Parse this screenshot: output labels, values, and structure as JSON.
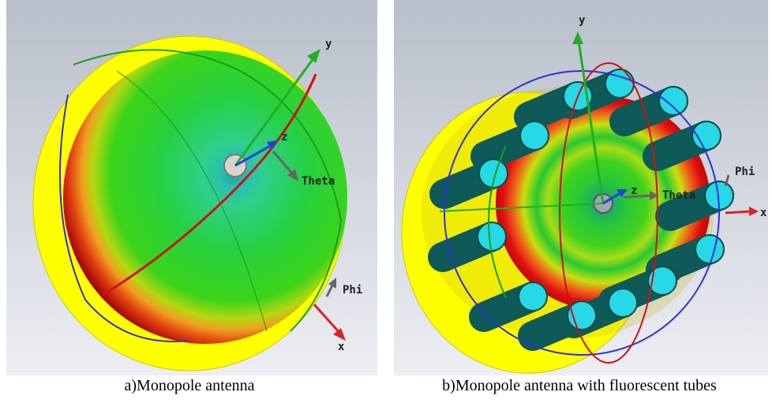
{
  "panels": [
    {
      "caption": "a)Monopole antenna",
      "axis_labels": {
        "y": "y",
        "z": "z",
        "x": "x",
        "theta": "Theta",
        "phi": "Phi"
      }
    },
    {
      "caption": "b)Monopole antenna with fluorescent tubes",
      "axis_labels": {
        "y": "y",
        "z": "z",
        "x": "x",
        "theta": "Theta",
        "phi": "Phi"
      }
    }
  ],
  "colors": {
    "background": "#d6d9e2",
    "ground_plane": "#ffff00",
    "pattern_high": "#1ec81e",
    "pattern_low": "#c01010",
    "tube_body": "#0e5a58",
    "tube_cap": "#27d8e6",
    "axis_x": "#e02020",
    "axis_y": "#20b020",
    "axis_z": "#2040e0",
    "arc_blue": "#3030d8",
    "arc_red": "#d01010"
  }
}
